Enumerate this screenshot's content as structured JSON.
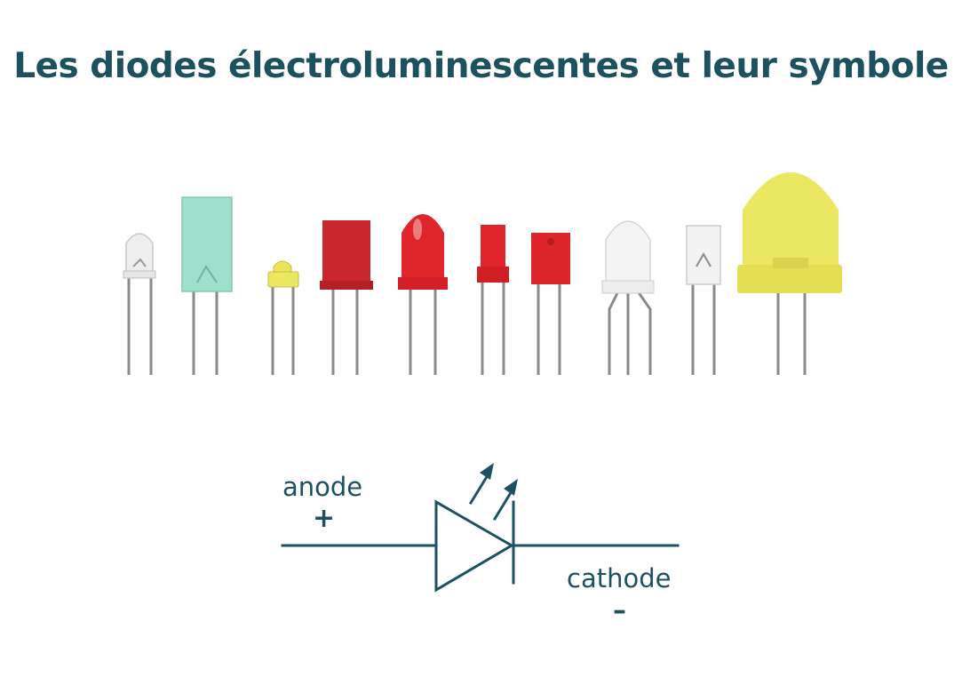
{
  "title": "Les diodes électroluminescentes et leur symbole",
  "symbol": {
    "anode_label": "anode",
    "anode_sign": "+",
    "cathode_label": "cathode",
    "cathode_sign": "–"
  },
  "colors": {
    "ink": "#1c5160",
    "led_green": "#9fe0cc",
    "led_red": "#d8232a",
    "led_yellow": "#ece763",
    "led_white": "#f2f2f2",
    "lead_metal": "#8a8a8a"
  },
  "leds": [
    {
      "name": "led-clear-3mm",
      "color": "clear"
    },
    {
      "name": "led-green-rect",
      "color": "green"
    },
    {
      "name": "led-yellow-small",
      "color": "yellow"
    },
    {
      "name": "led-red-square",
      "color": "red"
    },
    {
      "name": "led-red-5mm",
      "color": "red"
    },
    {
      "name": "led-red-tower",
      "color": "red"
    },
    {
      "name": "led-red-rect",
      "color": "red"
    },
    {
      "name": "led-white-diffused",
      "color": "white"
    },
    {
      "name": "led-clear-rect",
      "color": "clear"
    },
    {
      "name": "led-yellow-10mm",
      "color": "yellow"
    }
  ]
}
